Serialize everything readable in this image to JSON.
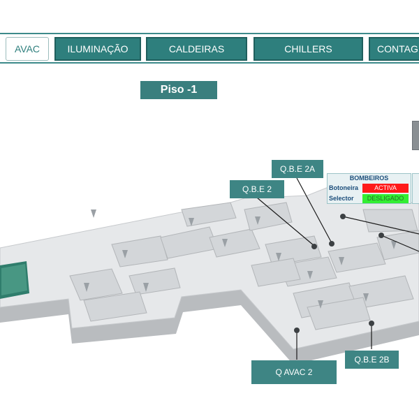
{
  "tabs": [
    {
      "label": "AVAC",
      "active": true
    },
    {
      "label": "ILUMINAÇÃO",
      "active": false
    },
    {
      "label": "CALDEIRAS",
      "active": false
    },
    {
      "label": "CHILLERS",
      "active": false
    },
    {
      "label": "CONTAGEM",
      "active": false
    }
  ],
  "floor": {
    "title": "Piso -1"
  },
  "markers": [
    {
      "label": "Q.B.E 2A"
    },
    {
      "label": "Q.B.E 2"
    },
    {
      "label": "Q AVAC 2"
    },
    {
      "label": "Q.B.E 2B"
    }
  ],
  "bombeiros": {
    "title": "BOMBEIROS",
    "rows": [
      {
        "key": "Botoneira",
        "value": "ACTIVA",
        "color": "#ff1a1a"
      },
      {
        "key": "Selector",
        "value": "DESLIGADO",
        "color": "#33ee33"
      }
    ]
  },
  "colors": {
    "accent": "#2e7f7d"
  }
}
